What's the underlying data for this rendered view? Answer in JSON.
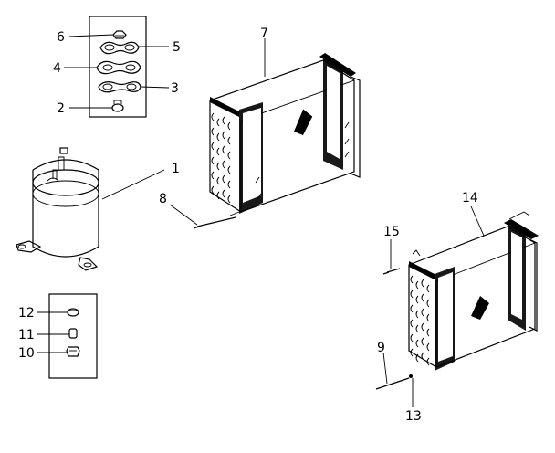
{
  "diagram": {
    "callouts": [
      {
        "id": "c1",
        "label": "1"
      },
      {
        "id": "c2",
        "label": "2"
      },
      {
        "id": "c3",
        "label": "3"
      },
      {
        "id": "c4",
        "label": "4"
      },
      {
        "id": "c5",
        "label": "5"
      },
      {
        "id": "c6",
        "label": "6"
      },
      {
        "id": "c7",
        "label": "7"
      },
      {
        "id": "c8",
        "label": "8"
      },
      {
        "id": "c9",
        "label": "9"
      },
      {
        "id": "c10",
        "label": "10"
      },
      {
        "id": "c11",
        "label": "11"
      },
      {
        "id": "c12",
        "label": "12"
      },
      {
        "id": "c13",
        "label": "13"
      },
      {
        "id": "c14",
        "label": "14"
      },
      {
        "id": "c15",
        "label": "15"
      }
    ]
  },
  "colors": {
    "ink": "#000000",
    "paper": "#ffffff"
  }
}
